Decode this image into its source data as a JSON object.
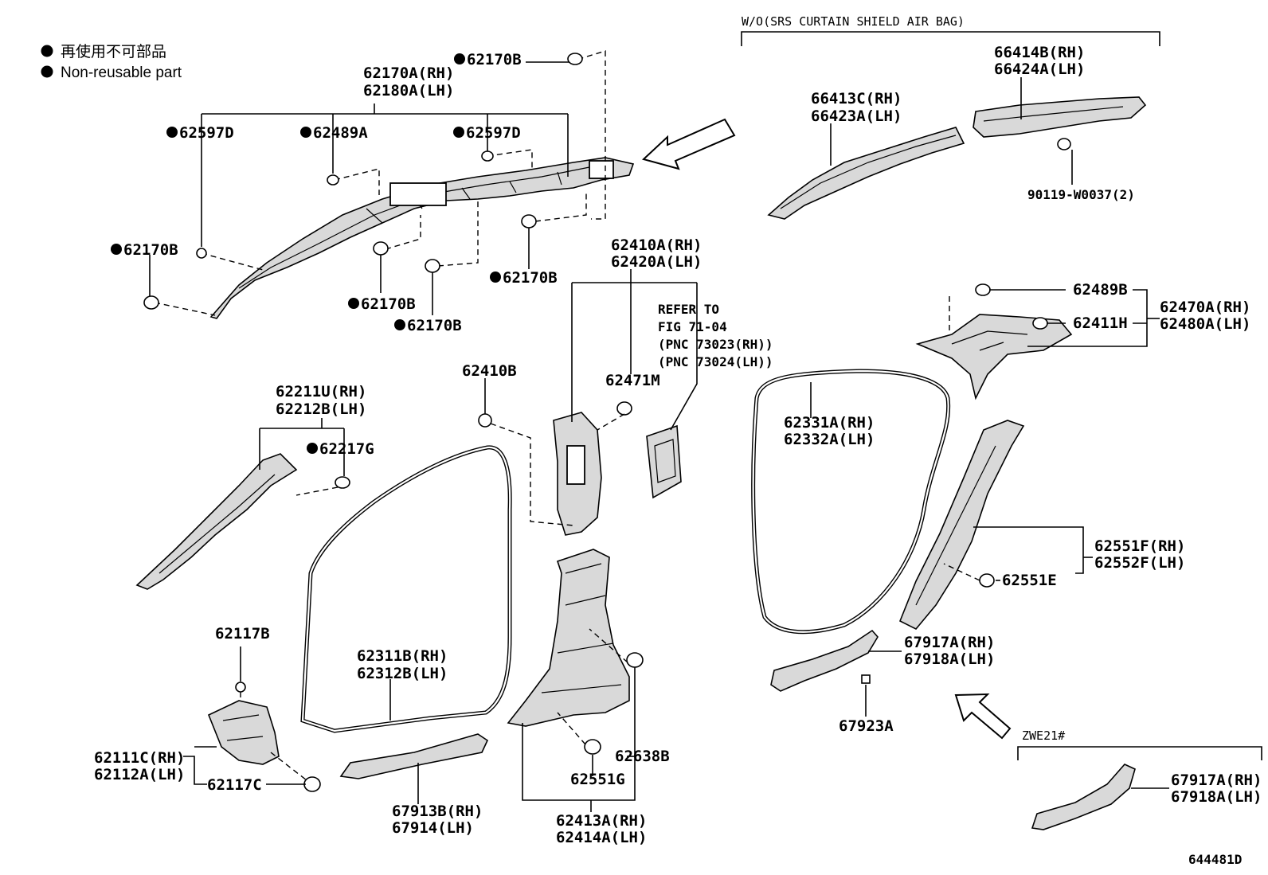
{
  "legend": {
    "jp": "再使用不可部品",
    "en": "Non-reusable part"
  },
  "headers": {
    "srs": "W/O(SRS CURTAIN SHIELD AIR BAG)",
    "zwe": "ZWE21#"
  },
  "labels": {
    "p62170a_rh": "62170A(RH)",
    "p62180a_lh": "62180A(LH)",
    "p62170b_top": "62170B",
    "p62597d_left": "62597D",
    "p62489a": "62489A",
    "p62597d_right": "62597D",
    "p62170b_left": "62170B",
    "p62170b_mid1": "62170B",
    "p62170b_mid2": "62170B",
    "p62170b_right": "62170B",
    "p66414b_rh": "66414B(RH)",
    "p66424a_lh": "66424A(LH)",
    "p66413c_rh": "66413C(RH)",
    "p66423a_lh": "66423A(LH)",
    "p90119": "90119-W0037(2)",
    "p62410a_rh": "62410A(RH)",
    "p62420a_lh": "62420A(LH)",
    "refer1": "REFER TO",
    "refer2": "FIG 71-04",
    "refer3": "(PNC 73023(RH))",
    "refer4": "(PNC 73024(LH))",
    "p62489b": "62489B",
    "p62411h": "62411H",
    "p62470a_rh": "62470A(RH)",
    "p62480a_lh": "62480A(LH)",
    "p62410b": "62410B",
    "p62471m": "62471M",
    "p62211u_rh": "62211U(RH)",
    "p62212b_lh": "62212B(LH)",
    "p62217g": "62217G",
    "p62331a_rh": "62331A(RH)",
    "p62332a_lh": "62332A(LH)",
    "p62551f_rh": "62551F(RH)",
    "p62552f_lh": "62552F(LH)",
    "p62551e": "62551E",
    "p62117b": "62117B",
    "p62311b_rh": "62311B(RH)",
    "p62312b_lh": "62312B(LH)",
    "p67917a_rh": "67917A(RH)",
    "p67918a_lh": "67918A(LH)",
    "p67923a": "67923A",
    "p62111c_rh": "62111C(RH)",
    "p62112a_lh": "62112A(LH)",
    "p62117c": "62117C",
    "p62638b": "62638B",
    "p62551g": "62551G",
    "p67913b_rh": "67913B(RH)",
    "p67914_lh": "67914(LH)",
    "p62413a_rh": "62413A(RH)",
    "p62414a_lh": "62414A(LH)",
    "p67917a_rh2": "67917A(RH)",
    "p67918a_lh2": "67918A(LH)",
    "figure_no": "644481D"
  }
}
